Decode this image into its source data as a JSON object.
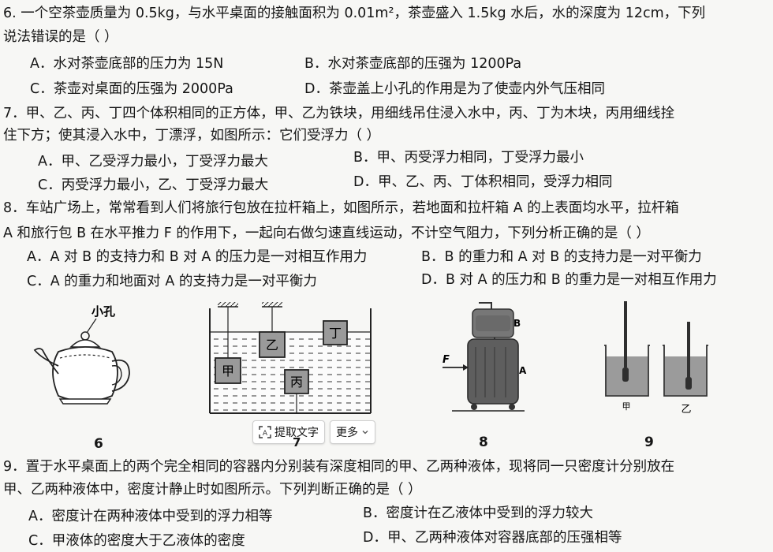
{
  "q6": {
    "line1": "6. 一个空茶壶质量为 0.5kg，与水平桌面的接触面积为 0.01m²，茶壶盛入 1.5kg 水后，水的深度为 12cm，下列",
    "line2": "说法错误的是（     ）",
    "opt_a": "A．水对茶壶底部的压力为 15N",
    "opt_b": "B．水对茶壶底部的压强为 1200Pa",
    "opt_c": "C．茶壶对桌面的压强为 2000Pa",
    "opt_d": "D．茶壶盖上小孔的作用是为了使壶内外气压相同"
  },
  "q7": {
    "line1": "7．甲、乙、丙、丁四个体积相同的正方体，甲、乙为铁块，用细线吊住浸入水中，丙、丁为木块，丙用细线拴",
    "line2": "住下方；使其浸入水中，丁漂浮，如图所示：它们受浮力（  ）",
    "opt_a": "A．甲、乙受浮力最小，丁受浮力最大",
    "opt_b": "B．甲、丙受浮力相同，丁受浮力最小",
    "opt_c": "C．丙受浮力最小，乙、丁受浮力最大",
    "opt_d": "D．甲、乙、丙、丁体积相同，受浮力相同"
  },
  "q8": {
    "line1": "8．车站广场上，常常看到人们将旅行包放在拉杆箱上，如图所示，若地面和拉杆箱 A 的上表面均水平，拉杆箱",
    "line2": "A 和旅行包 B 在水平推力 F 的作用下，一起向右做匀速直线运动，不计空气阻力，下列分析正确的是（     ）",
    "opt_a": "A．A 对 B 的支持力和 B 对 A 的压力是一对相互作用力",
    "opt_b": "B．B 的重力和 A 对 B 的支持力是一对平衡力",
    "opt_c": "C．A 的重力和地面对 A 的支持力是一对平衡力",
    "opt_d": "D．B 对 A 的压力和 B 的重力是一对相互作用力"
  },
  "q9": {
    "line1": "9．置于水平桌面上的两个完全相同的容器内分别装有深度相同的甲、乙两种液体，现将同一只密度计分别放在",
    "line2": "甲、乙两种液体中，密度计静止时如图所示。下列判断正确的是（       ）",
    "opt_a": "A．密度计在两种液体中受到的浮力相等",
    "opt_b": "B．密度计在乙液体中受到的浮力较大",
    "opt_c": "C．甲液体的密度大于乙液体的密度",
    "opt_d": "D．甲、乙两种液体对容器底部的压强相等"
  },
  "figures": {
    "fig6_number": "6",
    "fig6_label": "小孔",
    "fig7_number": "7",
    "fig7_labels": [
      "甲",
      "乙",
      "丙",
      "丁"
    ],
    "fig8_number": "8",
    "fig8_labels": [
      "B",
      "A",
      "F"
    ],
    "fig9_number": "9",
    "fig9_labels": [
      "甲",
      "乙"
    ]
  },
  "toolbar": {
    "extract_text": "提取文字",
    "more": "更多"
  }
}
